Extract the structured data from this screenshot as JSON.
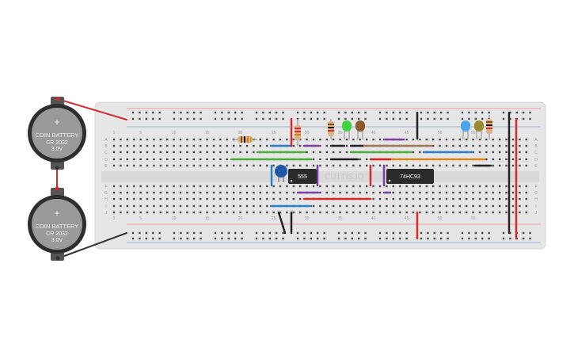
{
  "batteries": [
    {
      "line1": "COIN BATTERY",
      "line2": "CR 2032",
      "line3": "3.0V",
      "plus": "+"
    },
    {
      "line1": "COIN BATTERY",
      "line2": "CR 2032",
      "line3": "3.0V",
      "plus": "+"
    }
  ],
  "breadboard": {
    "column_numbers": [
      "1",
      "5",
      "10",
      "15",
      "20",
      "25",
      "30",
      "35",
      "40",
      "45",
      "50",
      "55"
    ],
    "row_letters_top": [
      "A",
      "B",
      "C",
      "D",
      "E"
    ],
    "row_letters_bottom": [
      "F",
      "G",
      "H",
      "I",
      "J"
    ],
    "watermark": "CUTTIS.IO"
  },
  "chips": [
    {
      "label": "555"
    },
    {
      "label": "74HC93"
    }
  ],
  "colors": {
    "board": "#e5e5e5",
    "hole": "#4a4a4a",
    "wire_red": "#d42a2a",
    "wire_black": "#222222",
    "wire_blue": "#2b7fc4",
    "wire_green": "#4caf3a",
    "wire_purple": "#7b3fa5",
    "wire_orange": "#e08a1e",
    "wire_brown": "#9c7a55",
    "chip": "#2a2a2a"
  }
}
